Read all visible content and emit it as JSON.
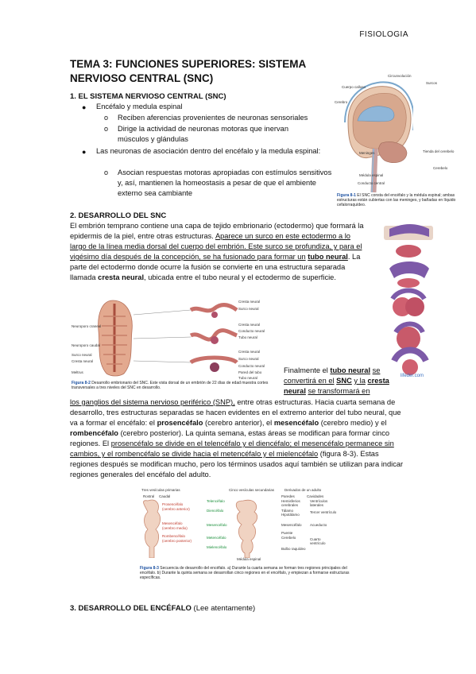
{
  "header": {
    "subject": "FISIOLOGIA"
  },
  "title": "TEMA 3: FUNCIONES SUPERIORES: SISTEMA NERVIOSO CENTRAL (SNC)",
  "section1": {
    "heading": "1.  EL SISTEMA NERVIOSO CENTRAL (SNC)",
    "b1": "Encéfalo y medula espinal",
    "b1a": "Reciben aferencias provenientes de neuronas sensoriales",
    "b1b": "Dirige la actividad de neuronas motoras que inervan músculos y glándulas",
    "b2": "Las neuronas de asociación dentro del encéfalo y la medula espinal:",
    "b2a": "Asocian respuestas motoras apropiadas con estímulos sensitivos y, así, mantienen la homeostasis a pesar de que el ambiente externo sea cambiante"
  },
  "figure81": {
    "labels": [
      "Circunvolución",
      "Cuerpo calloso",
      "Surcos",
      "Cerebro",
      "Meninges",
      "Tienda del cerebelo",
      "Médula espinal",
      "Conducto central",
      "Cerebelo"
    ],
    "caption_num": "Figura 8-1",
    "caption": "El SNC consta del encéfalo y la médula espinal; ambas estructuras están cubiertas con las meninges, y bañadas en líquido cefalorraquídeo."
  },
  "section2": {
    "heading": "2.  DESARROLLO DEL SNC",
    "p1_a": "El embrión temprano contiene una capa de tejido embrionario (ectodermo) que formará la epidermis de la piel, entre otras estructuras.",
    "p1_b": "Aparece un surco en este ectodermo a lo largo de la línea media dorsal del cuerpo del embrión. Este surco se profundiza, y para el vigésimo día después de la concepción, se ha fusionado para formar un",
    "p1_c": "tubo neural",
    "p1_d": ". La parte del ectodermo donde ocurre la fusión se convierte en una estructura separada llamada",
    "p1_e": "cresta neural",
    "p1_f": ", ubicada entre el tubo neural y el ectodermo de superficie.",
    "side_a": "Finalmente el",
    "side_b": "tubo neural",
    "side_c": "se convertirá en el",
    "side_d": "SNC",
    "side_e": "y la",
    "side_f": "cresta neural",
    "side_g": "se transformará en",
    "p2_a": "los ganglios del sistema nervioso periférico (SNP),",
    "p2_b": "entre otras estructuras. Hacia cuarta semana de desarrollo, tres estructuras separadas se hacen evidentes en el extremo anterior del tubo neural, que va a formar el encéfalo: el",
    "p2_c": "prosencéfalo",
    "p2_d": "(cerebro anterior), el",
    "p2_e": "mesencéfalo",
    "p2_f": "(cerebro medio) y el",
    "p2_g": "rombencéfalo",
    "p2_h": "(cerebro posterior). La quinta semana, estas áreas se modifican para formar cinco regiones. El",
    "p2_i": "prosencéfalo se divide en el telencéfalo y el diencéfalo; el mesencéfalo permanece sin cambios, y el rombencéfalo se divide hacia el metencéfalo y el mielencéfalo",
    "p2_j": "(figura 8-3). Estas regiones después se modifican mucho, pero los términos usados aquí también se utilizan para indicar regiones generales del encéfalo del adulto."
  },
  "figure82": {
    "labels_left": [
      "Neuroporo craneal",
      "Neuroporo caudal",
      "Surco neural",
      "Cresta neural",
      "Meltrus"
    ],
    "labels_right": [
      "Cresta neural",
      "Surco neural",
      "Cresta neural",
      "Conducto neural",
      "Tubo neural",
      "Cresta neural",
      "Surco neural",
      "Conducto neural",
      "Pared del tubo",
      "Tubo neural"
    ],
    "caption_num": "Figura 8-2",
    "caption": "Desarrollo embrionario del SNC. Este vista dorsal de un embrión de 22 días de edad muestra cortes transversales a tres niveles del SNC en desarrollo.",
    "watermark": "lifeder.com"
  },
  "figure83": {
    "col1": "Tres vesículas primarias",
    "col2": "Cinco vesículas secundarias",
    "col3": "Derivados de un adulto",
    "sub1": "Rostral",
    "sub2": "Caudal",
    "left": [
      "Prosencéfalo",
      "(cerebro anterior)",
      "Mesencéfalo",
      "(cerebro medio)",
      "Rombencéfalo",
      "(cerebro posterior)"
    ],
    "mid": [
      "Telencéfalo",
      "Diencéfalo",
      "Mesencéfalo",
      "Metencéfalo",
      "Mielencéfalo"
    ],
    "right_h1": "Paredes",
    "right_h2": "Cavidades",
    "right": [
      "Hemisferios cerebrales",
      "Tálamo",
      "Hipotálamo",
      "Mesencéfalo",
      "Puente",
      "Cerebelo",
      "Bulbo raquídeo"
    ],
    "right2": [
      "Ventrículos laterales",
      "Tercer ventrículo",
      "Acueducto",
      "Cuarto ventrículo"
    ],
    "bottom": "Médula espinal",
    "caption_num": "Figura 8-3",
    "caption": "Secuencia de desarrollo del encéfalo. a) Durante la cuarta semana se forman tres regiones principales del encéfalo. b) Durante la quinta semana se desarrollan cinco regiones en el encéfalo, y empiezan a formarse estructuras específicas."
  },
  "section3": {
    "heading": "3.  DESARROLLO DEL ENCÉFALO",
    "note": "(Lee atentamente)"
  },
  "colors": {
    "accent": "#1a4fa0",
    "tissue": "#c96a6a",
    "neural": "#7d5aa8"
  }
}
